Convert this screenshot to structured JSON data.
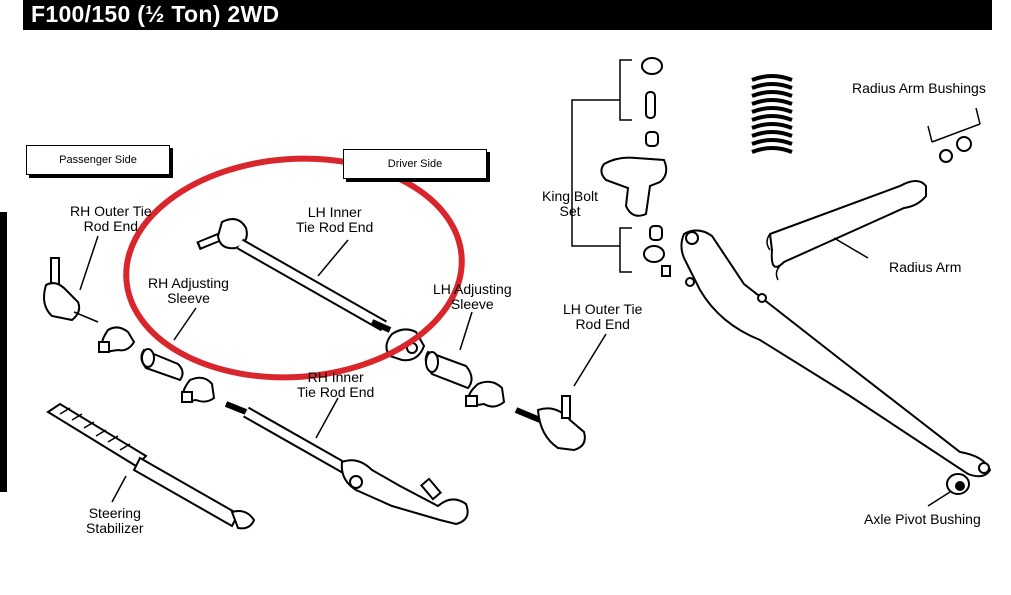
{
  "header": {
    "title": "F100/150 (½ Ton) 2WD"
  },
  "boxes": {
    "passenger_side": "Passenger Side",
    "driver_side": "Driver Side"
  },
  "labels": {
    "rh_outer_tie_rod_end": [
      "RH Outer Tie",
      "Rod End"
    ],
    "lh_inner_tie_rod_end": [
      "LH Inner",
      "Tie Rod End"
    ],
    "rh_adjusting_sleeve": [
      "RH Adjusting",
      "Sleeve"
    ],
    "lh_adjusting_sleeve": [
      "LH Adjusting",
      "Sleeve"
    ],
    "rh_inner_tie_rod_end": [
      "RH Inner",
      "Tie Rod End"
    ],
    "lh_outer_tie_rod_end": [
      "LH Outer Tie",
      "Rod End"
    ],
    "king_bolt_set": [
      "King Bolt",
      "Set"
    ],
    "steering_stabilizer": [
      "Steering",
      "Stabilizer"
    ],
    "radius_arm_bushings": "Radius Arm Bushings",
    "radius_arm": "Radius Arm",
    "axle_pivot_bushing": "Axle Pivot Bushing"
  },
  "colors": {
    "highlight": "#d9262c",
    "ink": "#000000",
    "header_bg": "#000000"
  }
}
